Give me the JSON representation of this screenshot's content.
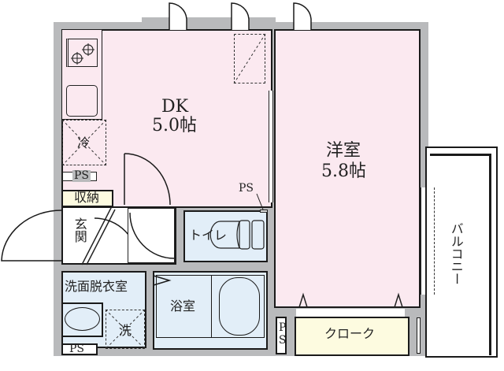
{
  "floorplan": {
    "rooms": {
      "dk": {
        "name": "DK",
        "size": "5.0帖"
      },
      "western": {
        "name": "洋室",
        "size": "5.8帖"
      },
      "balcony": {
        "name": "バルコニー"
      },
      "toilet": {
        "name": "トイレ"
      },
      "bath": {
        "name": "浴室"
      },
      "washroom": {
        "name": "洗面脱衣室"
      },
      "entrance": {
        "name": "玄関"
      },
      "storage": {
        "name": "収納"
      },
      "closet": {
        "name": "クローク"
      }
    },
    "fixtures": {
      "fridge": "冷",
      "washer": "洗",
      "ps_labels": [
        "PS",
        "PS",
        "PS",
        "PS"
      ]
    },
    "colors": {
      "wall": "#b9babc",
      "living": "#fbe9f0",
      "wet": "#e2eef8",
      "storage": "#fdfbe0"
    }
  }
}
